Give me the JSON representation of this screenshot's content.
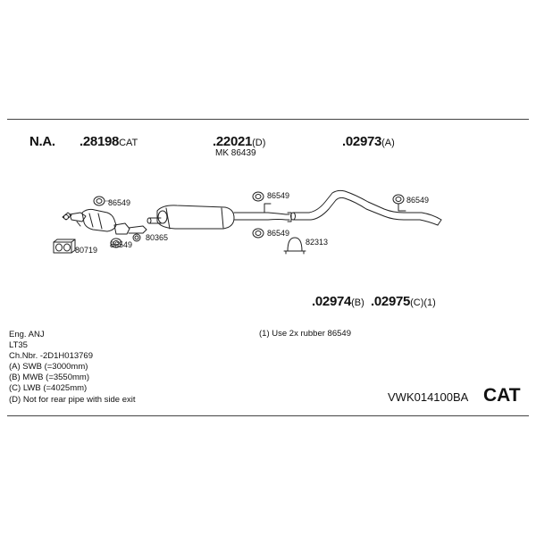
{
  "labels": {
    "na": "N.A.",
    "cat_converter": {
      "number": ".28198",
      "suffix": "CAT"
    },
    "middle_silencer": {
      "number": ".22021",
      "suffix": "(D)"
    },
    "mk_kit": "MK 86439",
    "rear_pipe_a": {
      "number": ".02973",
      "suffix": "(A)"
    },
    "rear_pipe_b": {
      "number": ".02974",
      "suffix": "(B)"
    },
    "rear_pipe_c": {
      "number": ".02975",
      "suffix": "(C)(1)"
    }
  },
  "part_callouts": {
    "rubber_cat": "86549",
    "rubber_cat_lower": "86549",
    "ring_80365": "80365",
    "gasket_80719": "80719",
    "rubber_mid_upper": "86549",
    "rubber_mid_lower": "86549",
    "clamp_82313": "82313",
    "rubber_rear": "86549"
  },
  "footnote": "(1) Use 2x rubber 86549",
  "notes": [
    "Eng. ANJ",
    "LT35",
    "Ch.Nbr. -2D1H013769",
    "(A) SWB (=3000mm)",
    "(B) MWB (=3550mm)",
    "(C) LWB (=4025mm)",
    "(D) Not for rear pipe with side exit"
  ],
  "system_code": "VWK014100BA",
  "system_type": "CAT"
}
